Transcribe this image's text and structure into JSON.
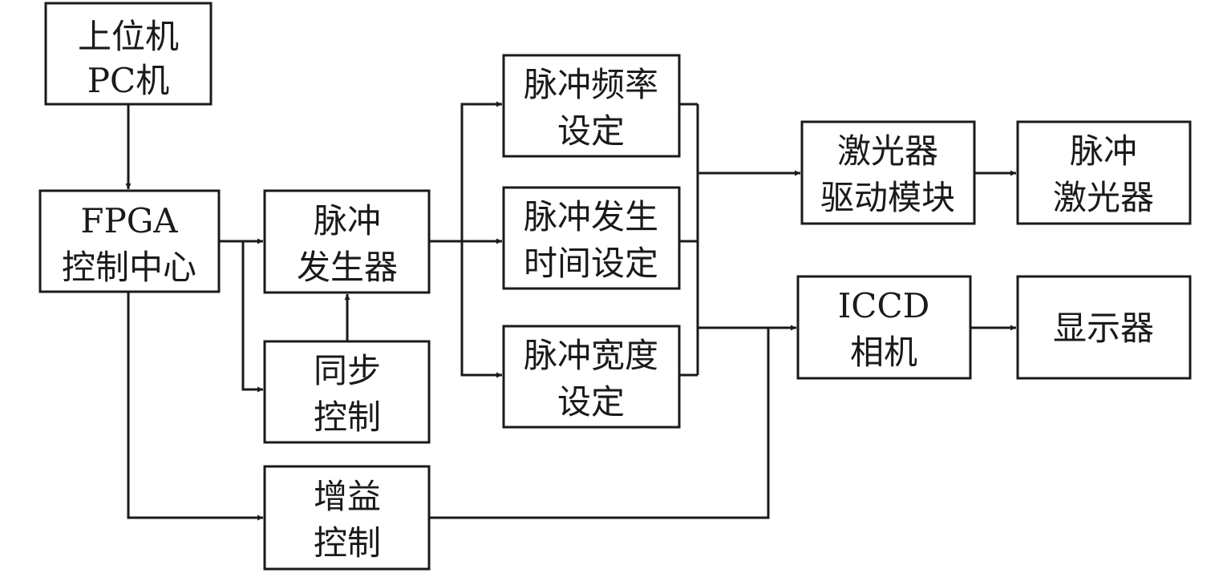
{
  "diagram": {
    "nodes": {
      "pc": {
        "lines": [
          "上位机",
          "PC机"
        ]
      },
      "fpga": {
        "lines": [
          "FPGA",
          "控制中心"
        ]
      },
      "pulsegen": {
        "lines": [
          "脉冲",
          "发生器"
        ]
      },
      "sync": {
        "lines": [
          "同步",
          "控制"
        ]
      },
      "gain": {
        "lines": [
          "增益",
          "控制"
        ]
      },
      "freq": {
        "lines": [
          "脉冲频率",
          "设定"
        ]
      },
      "time": {
        "lines": [
          "脉冲发生",
          "时间设定"
        ]
      },
      "width": {
        "lines": [
          "脉冲宽度",
          "设定"
        ]
      },
      "driver": {
        "lines": [
          "激光器",
          "驱动模块"
        ]
      },
      "laser": {
        "lines": [
          "脉冲",
          "激光器"
        ]
      },
      "iccd": {
        "lines": [
          "ICCD",
          "相机"
        ]
      },
      "display": {
        "lines": [
          "显示器"
        ]
      }
    },
    "edges": [
      {
        "from": "pc",
        "to": "fpga"
      },
      {
        "from": "fpga",
        "to": "pulsegen"
      },
      {
        "from": "fpga",
        "to": "sync"
      },
      {
        "from": "fpga",
        "to": "gain"
      },
      {
        "from": "sync",
        "to": "pulsegen"
      },
      {
        "from": "pulsegen",
        "to": "freq"
      },
      {
        "from": "pulsegen",
        "to": "time"
      },
      {
        "from": "pulsegen",
        "to": "width"
      },
      {
        "from": "freq",
        "to": "driver"
      },
      {
        "from": "time",
        "to": "driver"
      },
      {
        "from": "width",
        "to": "iccd"
      },
      {
        "from": "gain",
        "to": "iccd"
      },
      {
        "from": "driver",
        "to": "laser"
      },
      {
        "from": "iccd",
        "to": "display"
      }
    ]
  }
}
